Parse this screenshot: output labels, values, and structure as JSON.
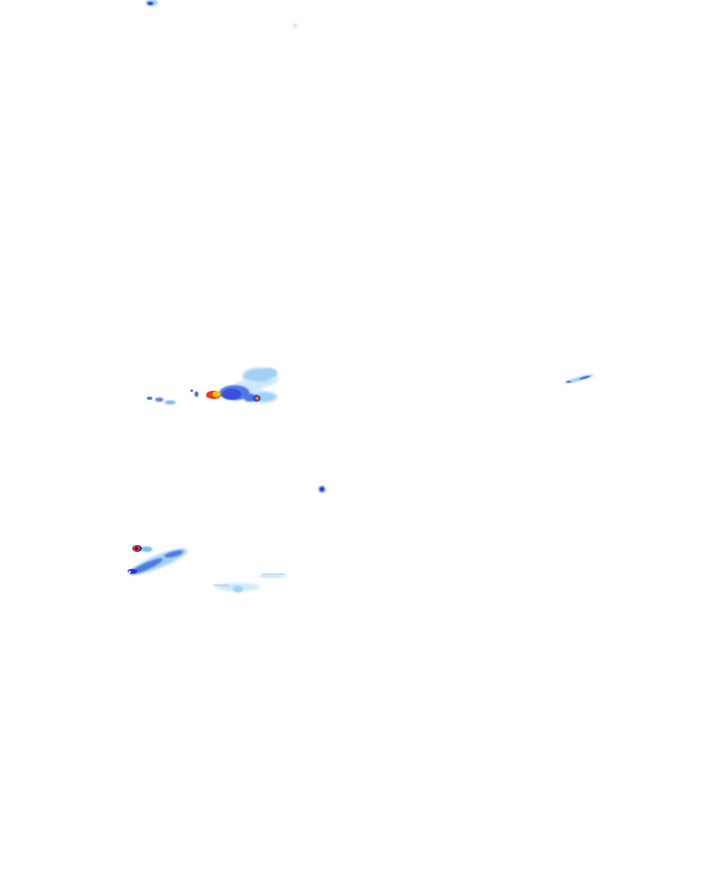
{
  "map": {
    "background": "#ffffff",
    "palette": {
      "very_light": "#cfe8fb",
      "light": "#9fd0f5",
      "light_medium": "#7fb6ee",
      "medium": "#4f78e6",
      "medium_strong": "#3a4fe0",
      "strong": "#2d2fd6",
      "heavy": "#e83a1e",
      "very_heavy": "#f2c200",
      "core": "#6a0000",
      "peak": "#ffffff"
    },
    "cells": [
      {
        "name": "top-left-fragment",
        "intensity": [
          "light",
          "medium",
          "strong"
        ]
      },
      {
        "name": "top-small-speck",
        "intensity": [
          "very_light"
        ]
      },
      {
        "name": "central-storm-complex",
        "intensity": [
          "very_light",
          "light",
          "medium",
          "strong",
          "heavy",
          "very_heavy"
        ]
      },
      {
        "name": "right-streak",
        "intensity": [
          "light",
          "medium"
        ]
      },
      {
        "name": "mid-isolated-cell",
        "intensity": [
          "medium",
          "strong"
        ]
      },
      {
        "name": "lower-left-band",
        "intensity": [
          "light",
          "medium",
          "strong",
          "heavy",
          "core"
        ]
      },
      {
        "name": "lower-light-patch",
        "intensity": [
          "very_light",
          "light"
        ]
      }
    ]
  }
}
